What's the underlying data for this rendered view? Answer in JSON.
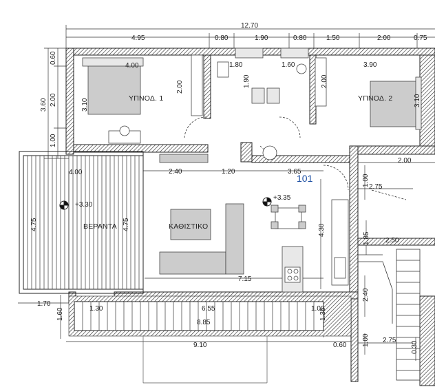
{
  "unit_number": "101",
  "rooms": {
    "bedroom1": "ΥΠΝΟΔ. 1",
    "bedroom2": "ΥΠΝΟΔ. 2",
    "living": "ΚΑΘΙΣΤΙΚΟ",
    "veranda": "ΒΕΡΑΝΤΑ"
  },
  "levels": {
    "veranda": "+3.30",
    "living": "+3.35"
  },
  "dims": {
    "overall_top": "12.70",
    "top1": "4.95",
    "top2": "0.80",
    "top3": "1.90",
    "top4": "0.80",
    "top5": "1.50",
    "top6": "2.00",
    "top7": "0.75",
    "left_360": "3.60",
    "left_060": "0.60",
    "left_200": "2.00",
    "left_100": "1.00",
    "bed1_w": "4.00",
    "bed1_h": "3.10",
    "bed1_closet": "2.00",
    "bath1": "1.80",
    "bath1_v": "1.90",
    "bath2": "1.60",
    "bed2_w": "3.90",
    "bed2_h": "3.10",
    "bed2_closet": "2.00",
    "ver_w": "4.00",
    "ver_h": "4.75",
    "ver_h2": "4.75",
    "hall1": "2.40",
    "hall2": "1.20",
    "hall3": "3.65",
    "kitch_h": "4.30",
    "liv_w": "7.15",
    "bot_170": "1.70",
    "bot_130": "1.30",
    "bot_655": "6.55",
    "bot_100": "1.00",
    "bot_885": "8.85",
    "bot_160": "1.60",
    "bot_135": "1.35",
    "bot_910": "9.10",
    "bot_060": "0.60",
    "st_200": "2.00",
    "st_275a": "2.75",
    "st_100a": "1.00",
    "st_185": "1.85",
    "st_250": "2.50",
    "st_240": "2.40",
    "st_100b": "1.00",
    "st_275b": "2.75",
    "st_030": "0.30"
  }
}
